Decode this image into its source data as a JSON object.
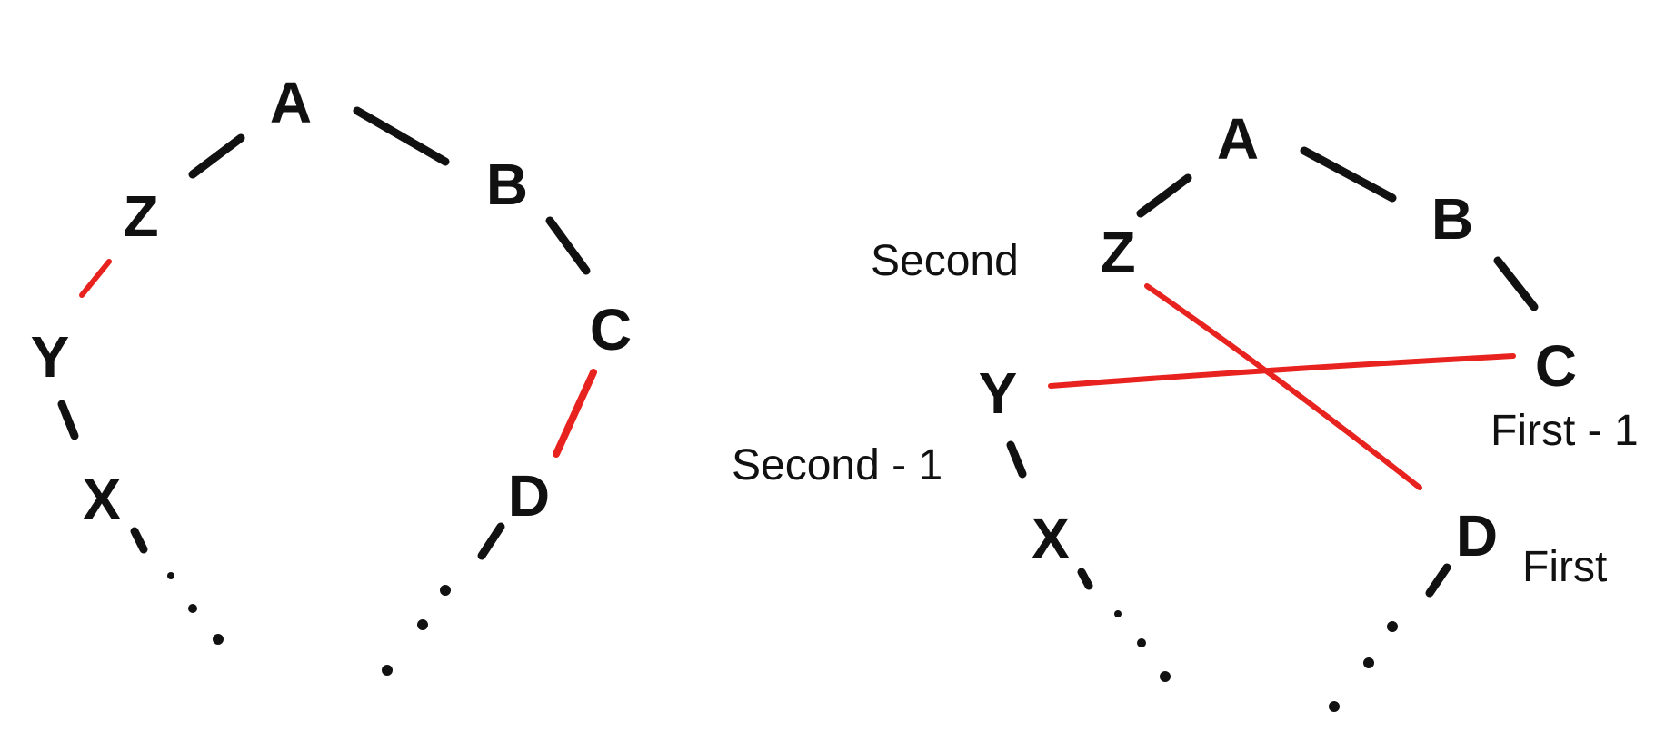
{
  "diagram_left": {
    "nodes": {
      "a": "A",
      "b": "B",
      "c": "C",
      "d": "D",
      "z": "Z",
      "y": "Y",
      "x": "X"
    }
  },
  "diagram_right": {
    "nodes": {
      "a": "A",
      "b": "B",
      "c": "C",
      "d": "D",
      "z": "Z",
      "y": "Y",
      "x": "X"
    },
    "labels": {
      "second": "Second",
      "second_minus_1": "Second - 1",
      "first": "First",
      "first_minus_1": "First - 1"
    }
  },
  "colors": {
    "ink": "#111111",
    "highlight": "#e8231f"
  }
}
